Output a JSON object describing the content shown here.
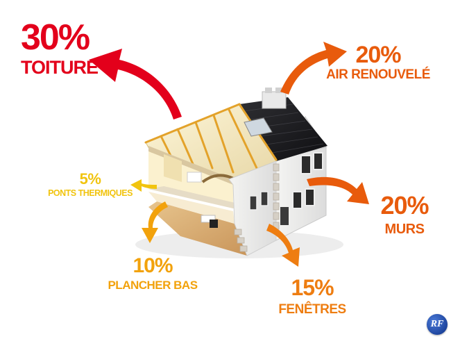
{
  "labels": {
    "toiture": {
      "pct": "30%",
      "name": "TOITURE"
    },
    "air": {
      "pct": "20%",
      "name": "AIR RENOUVELÉ"
    },
    "murs": {
      "pct": "20%",
      "name": "MURS"
    },
    "fenetres": {
      "pct": "15%",
      "name": "FENÊTRES"
    },
    "plancher": {
      "pct": "10%",
      "name": "PLANCHER BAS"
    },
    "ponts": {
      "pct": "5%",
      "name": "PONTS THERMIQUES"
    }
  },
  "logo": {
    "text": "RF"
  },
  "colors": {
    "toiture": "#e3001b",
    "air": "#e85b0c",
    "murs": "#e85b0c",
    "fenetres": "#ee7d11",
    "plancher": "#f2a20c",
    "ponts": "#f1c40f"
  }
}
